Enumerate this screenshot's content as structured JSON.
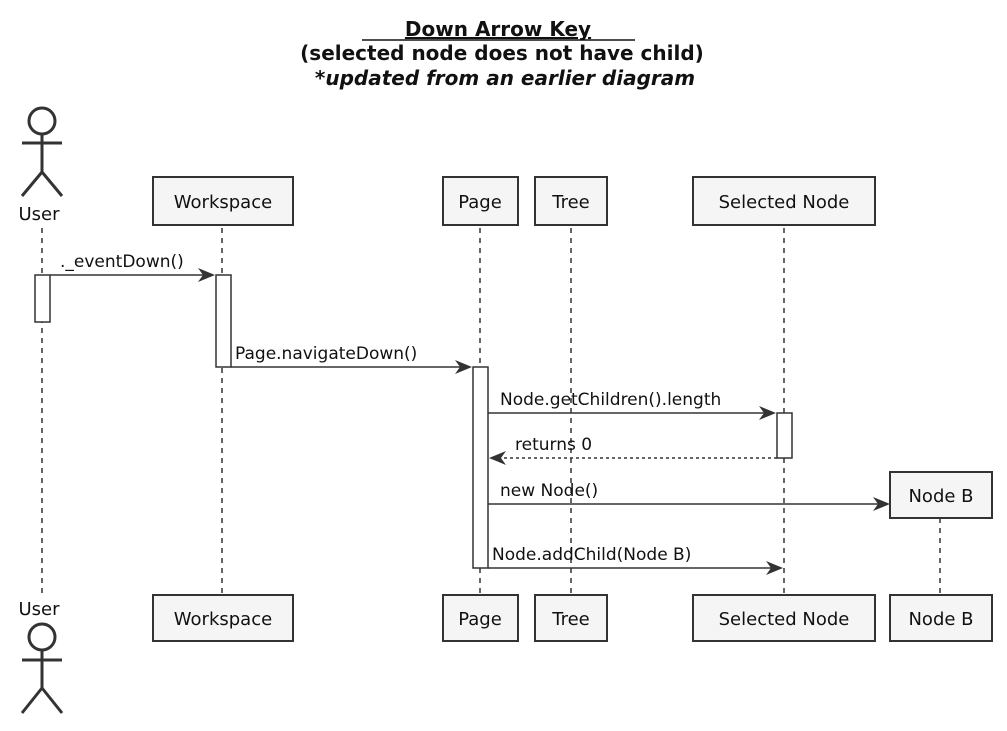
{
  "title": {
    "line1": "Down Arrow Key",
    "line2": "(selected node does not have child)",
    "line3": "*updated from an earlier diagram"
  },
  "participants": {
    "user": "User",
    "workspace": "Workspace",
    "page": "Page",
    "tree": "Tree",
    "selected": "Selected Node",
    "nodeb": "Node B"
  },
  "messages": {
    "event_down": "._eventDown()",
    "navigate_down": "Page.navigateDown()",
    "get_children": "Node.getChildren().length",
    "returns": "returns 0",
    "new_node": "new Node()",
    "add_child": "Node.addChild(Node B)"
  }
}
